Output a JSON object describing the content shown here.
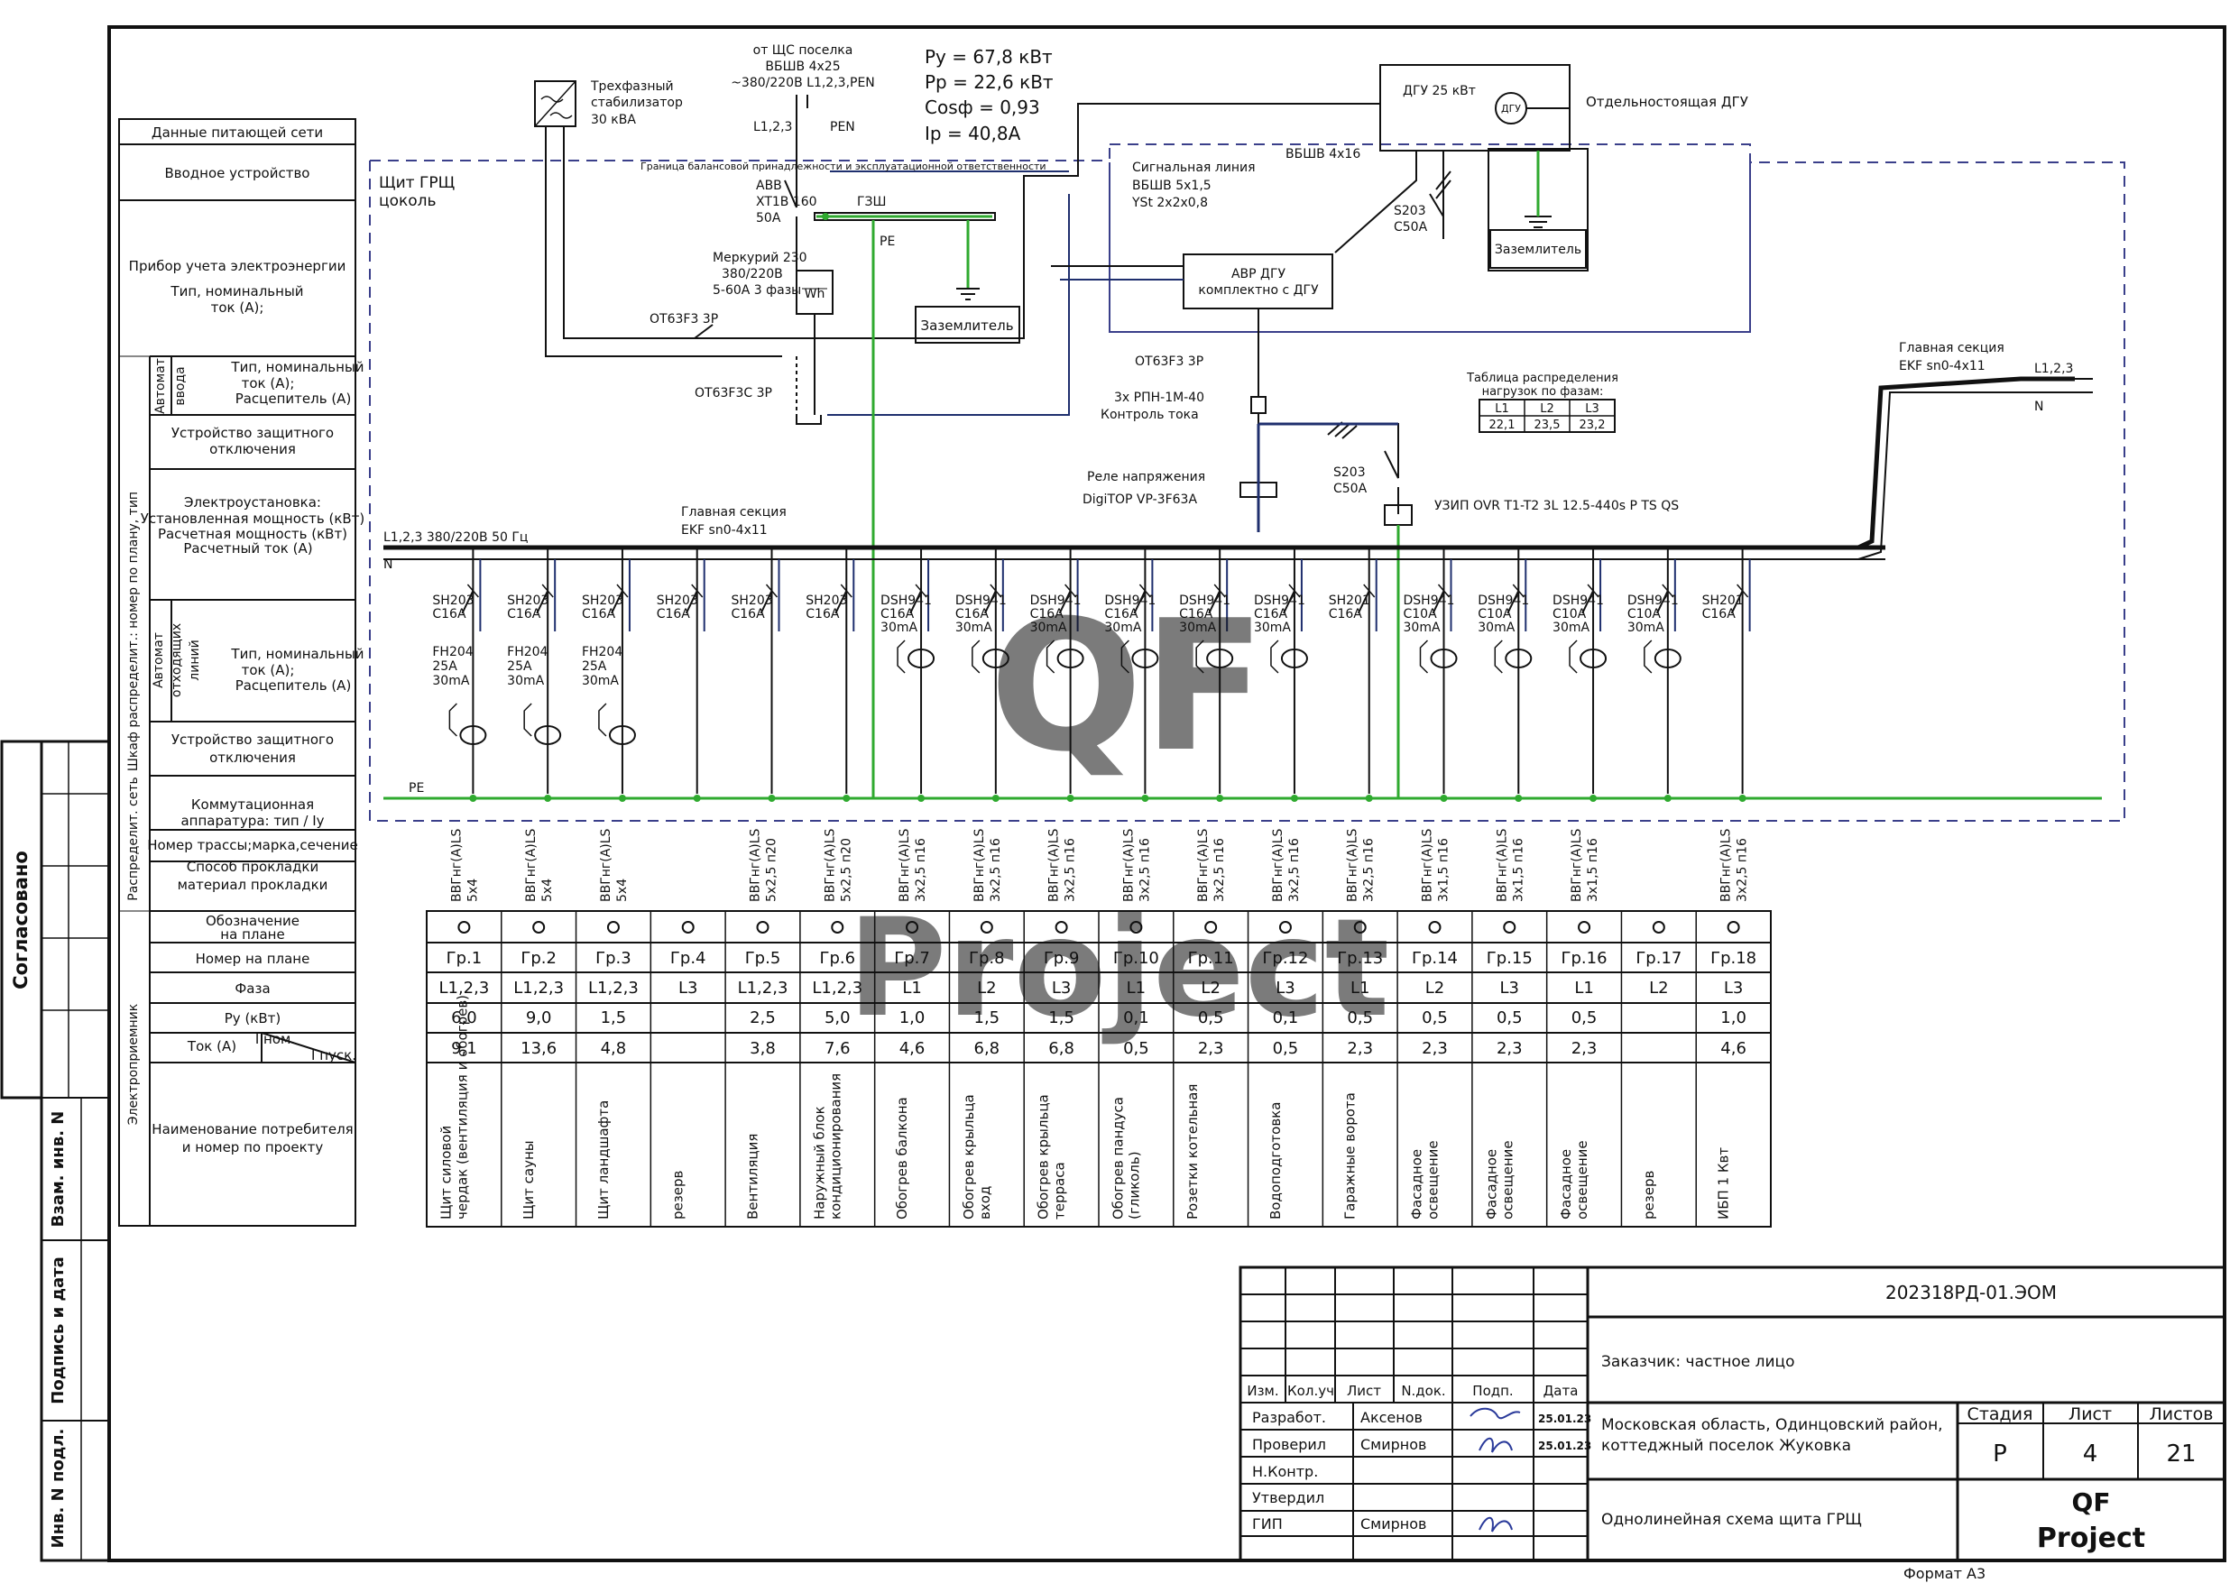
{
  "supply": {
    "from1": "от ЩС поселка",
    "from2": "ВБШВ 4х25",
    "from3": "~380/220В  L1,2,3,PEN",
    "l123": "L1,2,3",
    "pen": "PEN",
    "stab1": "Трехфазный",
    "stab2": "стабилизатор",
    "stab3": "30 кВА"
  },
  "summary": {
    "py": "Pу  = 67,8 кВт",
    "pp": "Pр  = 22,6 кВт",
    "cos": "Cosф  = 0,93",
    "ip": "Iр  = 40,8А"
  },
  "dgu": {
    "box": "ДГУ 25 кВт",
    "gen": "ДГУ",
    "label": "Отдельностоящая ДГУ",
    "cable": "ВБШВ 4х16",
    "sig1": "Сигнальная линия",
    "sig2": "ВБШВ 5х1,5",
    "sig3": "YSt 2х2х0,8",
    "s203a": "S203",
    "s203b": "C50A",
    "ground": "Заземлитель"
  },
  "grsh": {
    "title1": "Щит ГРЩ",
    "title2": "цоколь",
    "boundary": "Граница балансовой принадлежности и эксплуатационной ответственности",
    "abb1": "ABB",
    "abb2": "XT1B 160",
    "abb3": "50A",
    "gzsh": "ГЗШ",
    "pe": "PE",
    "merc1": "Меркурий 230",
    "merc2": "380/220В",
    "merc3": "5-60А 3 фазы",
    "wh": "Wh",
    "ground": "Заземлитель",
    "ot1": "OT63F3  3P",
    "ot2": "OT63F3C 3P",
    "avr1": "АВР ДГУ",
    "avr2": "комплектно с ДГУ",
    "ot3": "OT63F3  3P",
    "rpn1": "3х РПН-1М-40",
    "rpn2": "Контроль тока",
    "rel1": "Реле напряжения",
    "rel2": "DigiTOP VP-3F63A",
    "s203a": "S203",
    "s203b": "C50A",
    "uzip": "УЗИП OVR T1-T2 3L 12.5-440s P TS QS",
    "bus1": "Главная секция",
    "bus2": "EKF sn0-4х11",
    "mainl": "L1,2,3   380/220В 50 Гц",
    "n": "N",
    "pe2": "PE",
    "gs1": "Главная секция",
    "gs2": "EKF sn0-4х11",
    "gsl": "L1,2,3",
    "gsn": "N"
  },
  "loadtable": {
    "title1": "Таблица распределения",
    "title2": "нагрузок по фазам:",
    "heads": [
      "L1",
      "L2",
      "L3"
    ],
    "vals": [
      "22,1",
      "23,5",
      "23,2"
    ]
  },
  "sidebar": {
    "r1": "Данные питающей сети",
    "r2": "Вводное устройство",
    "r3a": "Прибор учета  электроэнергии",
    "r3b": "Тип, номинальный",
    "r3c": "ток (А);",
    "vert1": "Автомат",
    "vert2": "ввода",
    "r4a": "Тип, номинальный",
    "r4b": "ток (А);",
    "r4c": "Расцепитель (А)",
    "r5a": "Устройство защитного",
    "r5b": "отключения",
    "r6a": "Электроустановка:",
    "r6b": "Установленная мощность (кВт)",
    "r6c": "Расчетная мощность (кВт)",
    "r6d": "Расчетный ток (А)",
    "vert3": "Автомат",
    "vert4": "отходящих",
    "vert5": "линий",
    "r7a": "Тип, номинальный",
    "r7b": "ток (А);",
    "r7c": "Расцепитель (А)",
    "r8a": "Устройство защитного",
    "r8b": "отключения",
    "r9a": "Коммутационная",
    "r9b": "аппаратура: тип / Iу",
    "r10a": "Номер трассы;марка,сечение",
    "r11a": "Способ прокладки",
    "r11b": "материал прокладки",
    "r12a": "Обозначение",
    "r12b": "на плане",
    "r13": "Номер на плане",
    "r14": "Фаза",
    "r15": "Pу (кВт)",
    "r16a": "Ток (А)",
    "r16b": "I ном.",
    "r16c": "I пуск.",
    "r17a": "Наименование потребителя",
    "r17b": "и номер по  проекту",
    "sideA": "Шкаф распределит.: номер по плану, тип",
    "sideB": "Распределит. сеть",
    "sideC": "Электроприемник"
  },
  "leftstrip": {
    "agreed": "Согласовано",
    "vzam": "Взам. инв. N",
    "podp": "Подпись и дата",
    "inv": "Инв. N подл."
  },
  "groups": [
    {
      "brk": "SH203",
      "rate": "C16A",
      "dif1": "FH204",
      "dif2": "25A",
      "dif3": "30mA",
      "cable": "ВВГнг(А)LS",
      "sec": "5х4",
      "num": "Гр.1",
      "phase": "L1,2,3",
      "p": "6,0",
      "i": "9,1",
      "name": "Щит силовой чердак (вентиляция и обогрев)"
    },
    {
      "brk": "SH203",
      "rate": "C16A",
      "dif1": "FH204",
      "dif2": "25A",
      "dif3": "30mA",
      "cable": "ВВГнг(А)LS",
      "sec": "5х4",
      "num": "Гр.2",
      "phase": "L1,2,3",
      "p": "9,0",
      "i": "13,6",
      "name": "Щит сауны"
    },
    {
      "brk": "SH203",
      "rate": "C16A",
      "dif1": "FH204",
      "dif2": "25A",
      "dif3": "30mA",
      "cable": "ВВГнг(А)LS",
      "sec": "5х4",
      "num": "Гр.3",
      "phase": "L1,2,3",
      "p": "1,5",
      "i": "4,8",
      "name": "Щит ландшафта"
    },
    {
      "brk": "SH203",
      "rate": "C16A",
      "dif1": "",
      "dif2": "",
      "dif3": "",
      "cable": "",
      "sec": "",
      "num": "Гр.4",
      "phase": "L3",
      "p": "",
      "i": "",
      "name": "резерв"
    },
    {
      "brk": "SH203",
      "rate": "C16A",
      "dif1": "",
      "dif2": "",
      "dif3": "",
      "cable": "ВВГнг(А)LS",
      "sec": "5х2,5  п20",
      "num": "Гр.5",
      "phase": "L1,2,3",
      "p": "2,5",
      "i": "3,8",
      "name": "Вентиляция"
    },
    {
      "brk": "SH203",
      "rate": "C16A",
      "dif1": "",
      "dif2": "",
      "dif3": "",
      "cable": "ВВГнг(А)LS",
      "sec": "5х2,5  п20",
      "num": "Гр.6",
      "phase": "L1,2,3",
      "p": "5,0",
      "i": "7,6",
      "name": "Наружный блок кондиционирования"
    },
    {
      "brk": "DSH941",
      "rate": "C16A",
      "dif1": "30mA",
      "dif2": "",
      "dif3": "",
      "cable": "ВВГнг(А)LS",
      "sec": "3х2,5  п16",
      "num": "Гр.7",
      "phase": "L1",
      "p": "1,0",
      "i": "4,6",
      "name": "Обогрев балкона"
    },
    {
      "brk": "DSH941",
      "rate": "C16A",
      "dif1": "30mA",
      "dif2": "",
      "dif3": "",
      "cable": "ВВГнг(А)LS",
      "sec": "3х2,5  п16",
      "num": "Гр.8",
      "phase": "L2",
      "p": "1,5",
      "i": "6,8",
      "name": "Обогрев крыльца вход"
    },
    {
      "brk": "DSH941",
      "rate": "C16A",
      "dif1": "30mA",
      "dif2": "",
      "dif3": "",
      "cable": "ВВГнг(А)LS",
      "sec": "3х2,5  п16",
      "num": "Гр.9",
      "phase": "L3",
      "p": "1,5",
      "i": "6,8",
      "name": "Обогрев крыльца терраса"
    },
    {
      "brk": "DSH941",
      "rate": "C16A",
      "dif1": "30mA",
      "dif2": "",
      "dif3": "",
      "cable": "ВВГнг(А)LS",
      "sec": "3х2,5  п16",
      "num": "Гр.10",
      "phase": "L1",
      "p": "0,1",
      "i": "0,5",
      "name": "Обогрев пандуса (гликоль)"
    },
    {
      "brk": "DSH941",
      "rate": "C16A",
      "dif1": "30mA",
      "dif2": "",
      "dif3": "",
      "cable": "ВВГнг(А)LS",
      "sec": "3х2,5  п16",
      "num": "Гр.11",
      "phase": "L2",
      "p": "0,5",
      "i": "2,3",
      "name": "Розетки котельная"
    },
    {
      "brk": "DSH941",
      "rate": "C16A",
      "dif1": "30mA",
      "dif2": "",
      "dif3": "",
      "cable": "ВВГнг(А)LS",
      "sec": "3х2,5  п16",
      "num": "Гр.12",
      "phase": "L3",
      "p": "0,1",
      "i": "0,5",
      "name": "Водоподготовка"
    },
    {
      "brk": "SH201",
      "rate": "C16A",
      "dif1": "",
      "dif2": "",
      "dif3": "",
      "cable": "ВВГнг(А)LS",
      "sec": "3х2,5  п16",
      "num": "Гр.13",
      "phase": "L1",
      "p": "0,5",
      "i": "2,3",
      "name": "Гаражные ворота"
    },
    {
      "brk": "DSH941",
      "rate": "C10A",
      "dif1": "30mA",
      "dif2": "",
      "dif3": "",
      "cable": "ВВГнг(А)LS",
      "sec": "3х1,5  п16",
      "num": "Гр.14",
      "phase": "L2",
      "p": "0,5",
      "i": "2,3",
      "name": "Фасадное освещение"
    },
    {
      "brk": "DSH941",
      "rate": "C10A",
      "dif1": "30mA",
      "dif2": "",
      "dif3": "",
      "cable": "ВВГнг(А)LS",
      "sec": "3х1,5  п16",
      "num": "Гр.15",
      "phase": "L3",
      "p": "0,5",
      "i": "2,3",
      "name": "Фасадное освещение"
    },
    {
      "brk": "DSH941",
      "rate": "C10A",
      "dif1": "30mA",
      "dif2": "",
      "dif3": "",
      "cable": "ВВГнг(А)LS",
      "sec": "3х1,5  п16",
      "num": "Гр.16",
      "phase": "L1",
      "p": "0,5",
      "i": "2,3",
      "name": "Фасадное освещение"
    },
    {
      "brk": "DSH941",
      "rate": "C10A",
      "dif1": "30mA",
      "dif2": "",
      "dif3": "",
      "cable": "",
      "sec": "",
      "num": "Гр.17",
      "phase": "L2",
      "p": "",
      "i": "",
      "name": "резерв"
    },
    {
      "brk": "SH201",
      "rate": "C16A",
      "dif1": "",
      "dif2": "",
      "dif3": "",
      "cable": "ВВГнг(А)LS",
      "sec": "3х2,5  п16",
      "num": "Гр.18",
      "phase": "L3",
      "p": "1,0",
      "i": "4,6",
      "name": "ИБП 1 Квт"
    }
  ],
  "stamp": {
    "code": "202318РД-01.ЭОМ",
    "customer": "Заказчик: частное лицо",
    "location1": "Московская область, Одинцовский район,",
    "location2": "коттеджный поселок Жуковка",
    "sheetTitle": "Однолинейная схема щита ГРЩ",
    "h_izm": "Изм.",
    "h_kol": "Кол.уч",
    "h_list": "Лист",
    "h_ndok": "N.док.",
    "h_podp": "Подп.",
    "h_data": "Дата",
    "role1": "Разработ.",
    "name1": "Аксенов",
    "date1": "25.01.23",
    "role2": "Проверил",
    "name2": "Смирнов",
    "date2": "25.01.23",
    "role3": "Н.Контр.",
    "role4": "Утвердил",
    "role5": "ГИП",
    "name5": "Смирнов",
    "h_stage": "Стадия",
    "h_sheet": "Лист",
    "h_sheets": "Листов",
    "stage": "Р",
    "sheet": "4",
    "sheets": "21",
    "logo1": "QF",
    "logo2": "Project",
    "format": "Формат А3"
  },
  "watermark": {
    "w1": "QF",
    "w2": "Project"
  },
  "colors": {
    "line": "#111111",
    "phase": "#1f2f6e",
    "pe": "#2faa2f",
    "dash": "#3a3f8a",
    "watermark": "#b98a8a",
    "logo": "#7a1f1f"
  }
}
